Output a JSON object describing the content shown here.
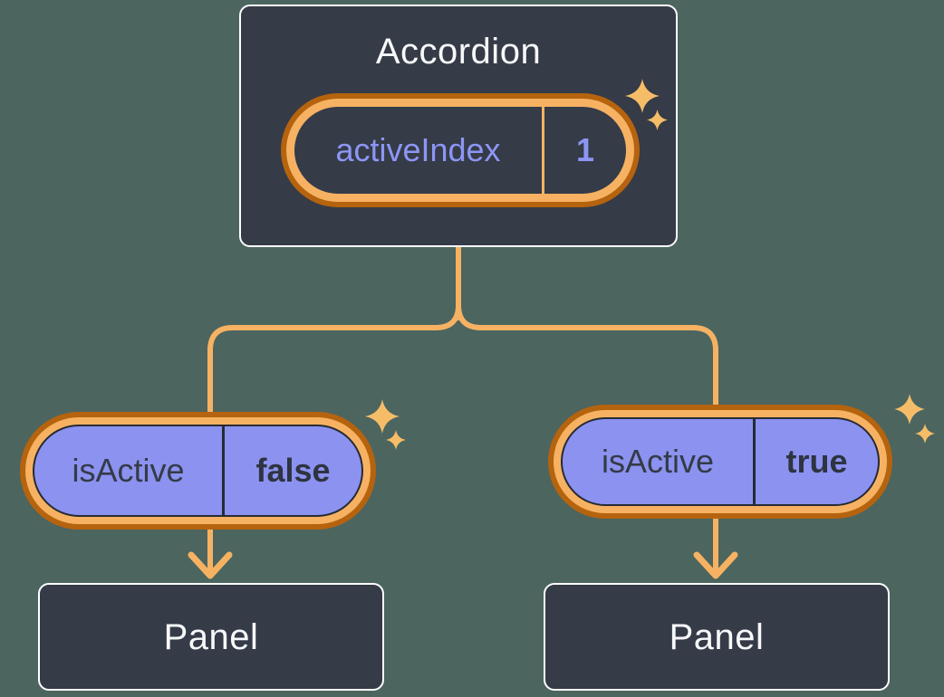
{
  "diagram": {
    "root": {
      "title": "Accordion",
      "state": {
        "name": "activeIndex",
        "value": "1"
      }
    },
    "children": [
      {
        "prop": {
          "name": "isActive",
          "value": "false"
        },
        "node": {
          "title": "Panel"
        }
      },
      {
        "prop": {
          "name": "isActive",
          "value": "true"
        },
        "node": {
          "title": "Panel"
        }
      }
    ],
    "icons": [
      "sparkle-icon"
    ],
    "colors": {
      "background": "#4c655f",
      "node_fill": "#353b47",
      "node_border": "#ffffff",
      "node_text": "#f7f8fa",
      "connector": "#f6b262",
      "ring_outer": "#b5630e",
      "ring_inner": "#f6b262",
      "pill_fill": "#8c92f0",
      "pill_outline": "#262b33",
      "state_text": "#8d96f5",
      "prop_text": "#343b47",
      "sparkle": "#f6bd68"
    }
  }
}
